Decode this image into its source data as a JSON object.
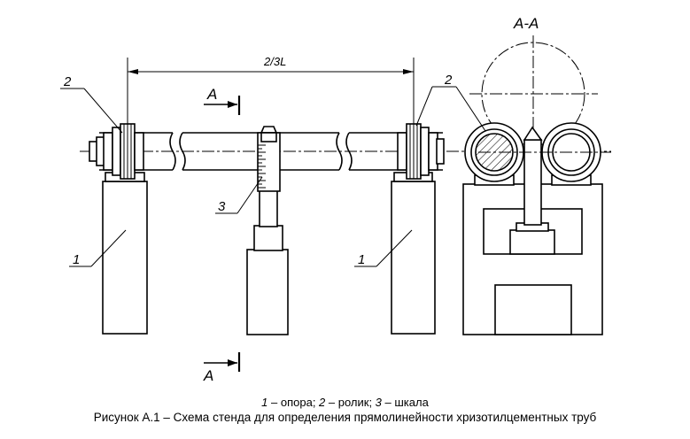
{
  "labels": {
    "support": "1",
    "roller": "2",
    "scale": "3",
    "section_mark": "A",
    "section_view": "А-А",
    "dimension": "2/3L"
  },
  "legend": [
    {
      "num": "1",
      "text": " – опора; "
    },
    {
      "num": "2",
      "text": " – ролик; "
    },
    {
      "num": "3",
      "text": " – шкала"
    }
  ],
  "caption": "Рисунок  А.1 – Схема стенда для определения прямолинейности хризотилцементных труб"
}
